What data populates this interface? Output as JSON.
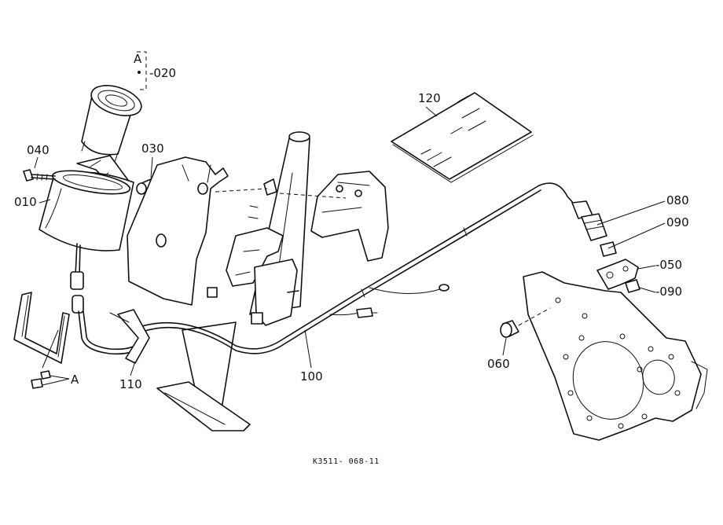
{
  "labels": {
    "p020": "-020",
    "pA_top": "A",
    "p040": "040",
    "p030": "030",
    "p010": "010",
    "p120": "120",
    "p080": "080",
    "p090_a": "090",
    "p050": "-050",
    "p090_b": "-090",
    "p060": "060",
    "p100": "100",
    "p110": "110",
    "pA_bottom": "A"
  },
  "drawing_code": "K3511- 068-11"
}
